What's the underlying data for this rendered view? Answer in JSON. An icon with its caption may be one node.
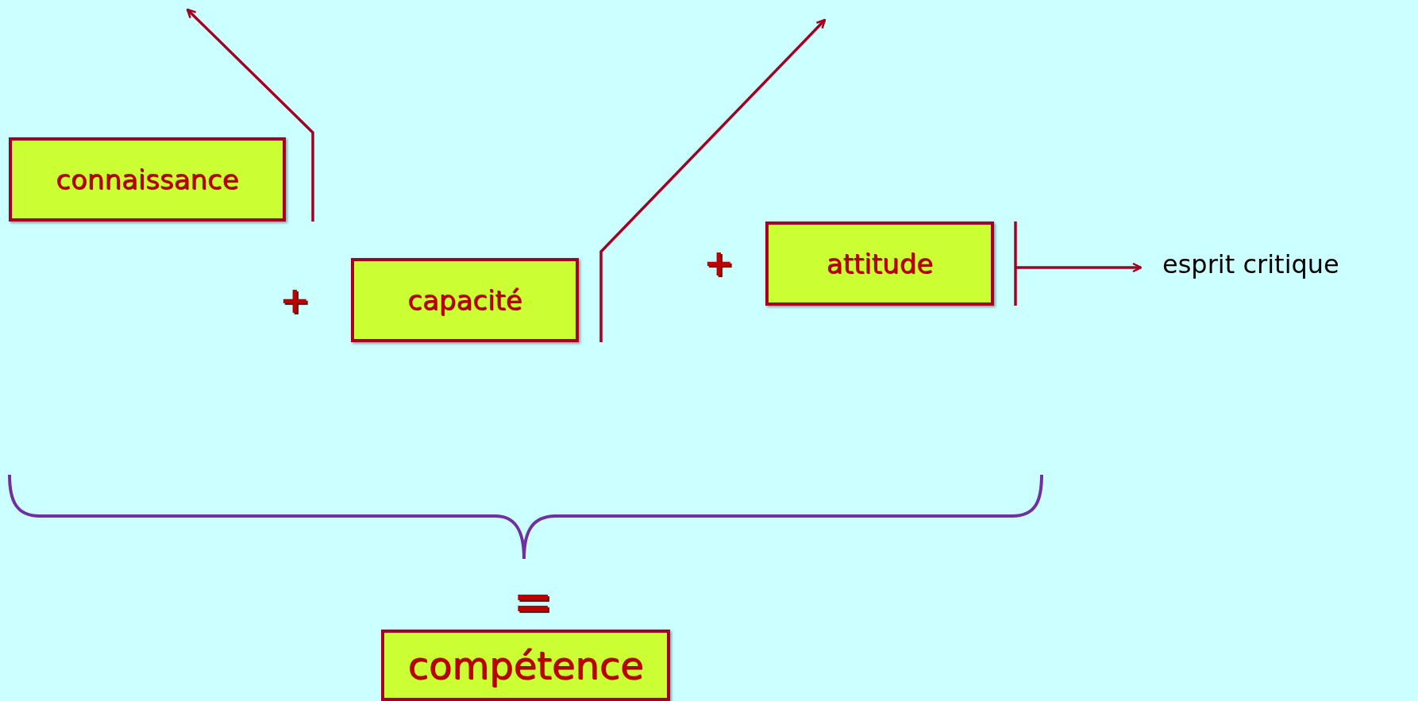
{
  "diagram": {
    "nodes": [
      {
        "text": [
          "connaissance"
        ]
      },
      {
        "text": [
          "capacité"
        ]
      },
      {
        "text": [
          "attitude"
        ]
      },
      {
        "text": [
          "esprit critique"
        ]
      },
      {
        "text": [
          "compétence"
        ]
      }
    ],
    "edges": [
      {
        "from": 0,
        "to": null,
        "arrow": "to"
      },
      {
        "from": 1,
        "to": null,
        "arrow": "to"
      },
      {
        "from": 2,
        "to": 3,
        "arrow": "to"
      }
    ],
    "labels": [
      "+",
      "+",
      "="
    ]
  }
}
